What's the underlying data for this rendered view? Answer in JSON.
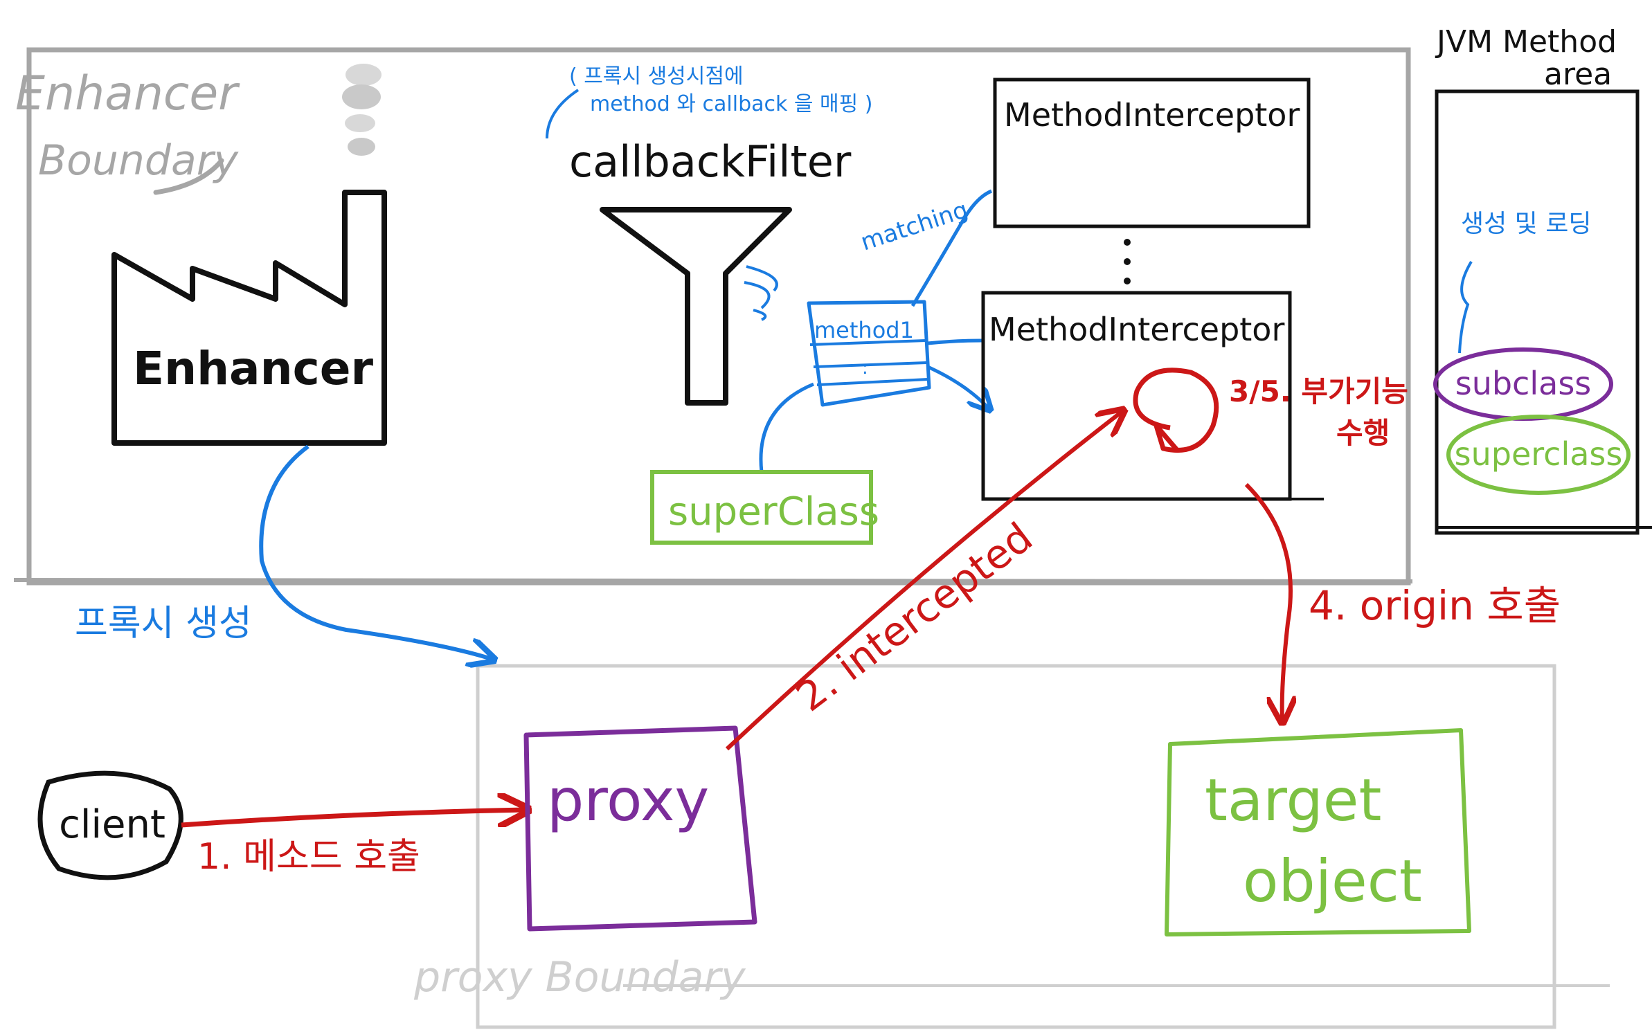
{
  "enhancer_boundary": {
    "title_line1": "Enhancer",
    "title_line2": "Boundary"
  },
  "proxy_boundary": {
    "title": "proxy Boundary"
  },
  "enhancer": {
    "label": "Enhancer"
  },
  "callback_filter": {
    "label": "callbackFilter",
    "note_line1": "( 프록시 생성시점에",
    "note_line2": "method 와 callback 을 매핑 )"
  },
  "method_list": {
    "item1": "method1"
  },
  "matching_label": "matching",
  "superclass_box": {
    "label": "superClass"
  },
  "interceptor_top": {
    "label": "MethodInterceptor"
  },
  "interceptor_bottom": {
    "label": "MethodInterceptor"
  },
  "jvm_area": {
    "title_line1": "JVM Method",
    "title_line2": "area",
    "loading_note": "생성 및 로딩",
    "subclass": "subclass",
    "superclass": "superclass"
  },
  "client": {
    "label": "client"
  },
  "proxy": {
    "label": "proxy"
  },
  "target": {
    "line1": "target",
    "line2": "object"
  },
  "steps": {
    "create_proxy": "프록시 생성",
    "step1": "1. 메소드 호출",
    "step2": "2. intercepted",
    "step35_line1": "3/5. 부가기능",
    "step35_line2": "수행",
    "step4": "4. origin 호출"
  },
  "colors": {
    "black": "#111111",
    "gray": "#a6a6a6",
    "light_gray": "#cfcfcf",
    "blue": "#1a7be0",
    "red": "#cc1717",
    "green": "#7cc142",
    "purple": "#7b2d9a"
  }
}
